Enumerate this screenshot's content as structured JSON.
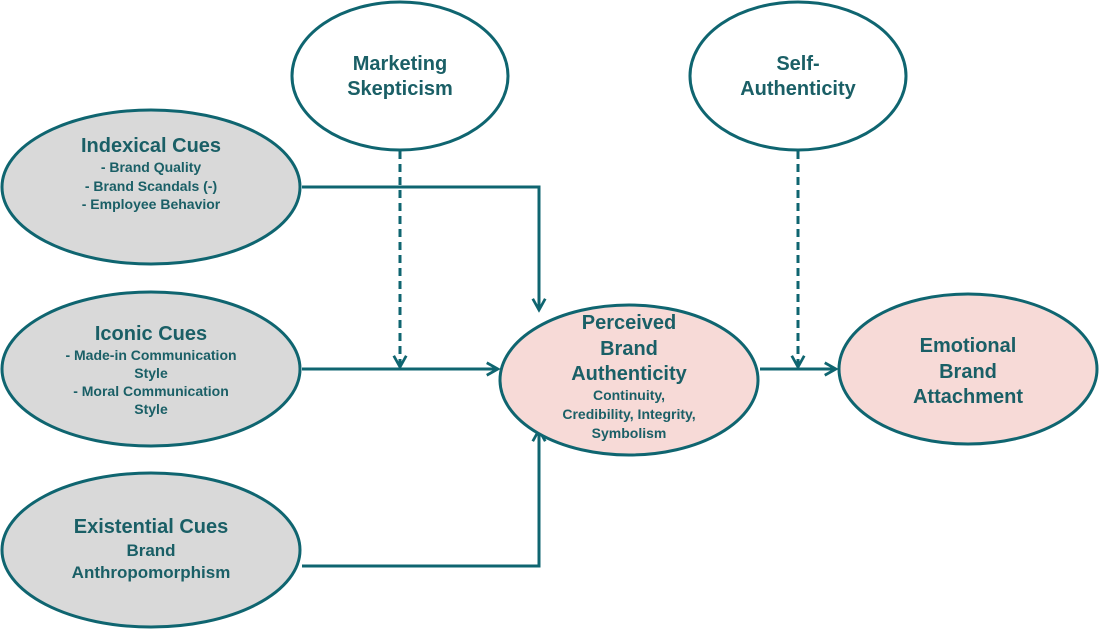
{
  "nodes": {
    "indexical": {
      "title": "Indexical Cues",
      "items": [
        "- Brand Quality",
        "- Brand Scandals (-)",
        "- Employee Behavior"
      ]
    },
    "iconic": {
      "title": "Iconic Cues",
      "items": [
        "- Made-in Communication",
        "Style",
        "- Moral Communication",
        "Style"
      ]
    },
    "existential": {
      "title": "Existential Cues",
      "items": [
        "Brand",
        "Anthropomorphism"
      ]
    },
    "skepticism": {
      "lines": [
        "Marketing",
        "Skepticism"
      ]
    },
    "self_authenticity": {
      "lines": [
        "Self-",
        "Authenticity"
      ]
    },
    "perceived": {
      "lines": [
        "Perceived",
        "Brand",
        "Authenticity"
      ],
      "items": [
        "Continuity,",
        "Credibility, Integrity,",
        "Symbolism"
      ]
    },
    "attachment": {
      "lines": [
        "Emotional",
        "Brand",
        "Attachment"
      ]
    }
  },
  "colors": {
    "stroke": "#0f6570",
    "text": "#1a5f66",
    "cue_fill": "#d9d9d9",
    "moderator_fill": "#ffffff",
    "outcome_fill": "#f7dad7"
  }
}
